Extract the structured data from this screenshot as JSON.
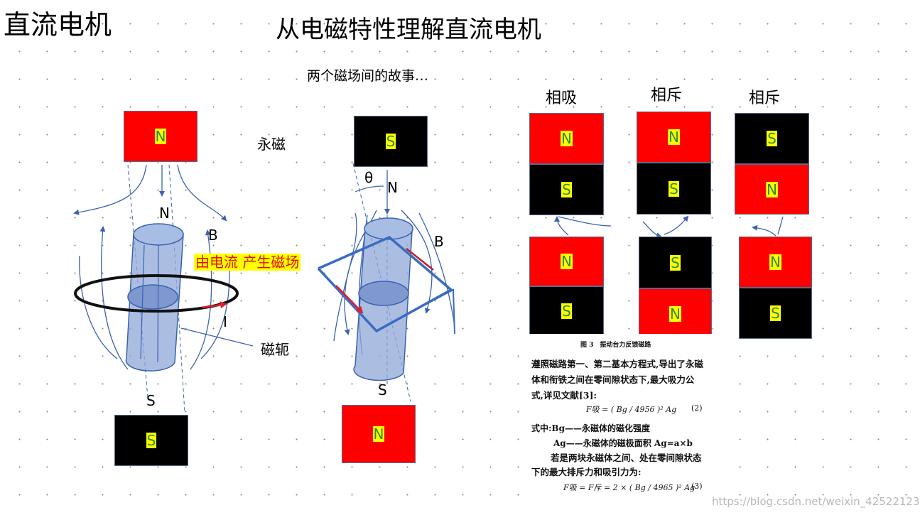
{
  "header": {
    "corner_title": "直流电机",
    "main_title": "从电磁特性理解直流电机",
    "subtitle": "两个磁场间的故事…"
  },
  "left_diagram": {
    "top_magnet_pole": "N",
    "bottom_magnet_pole": "S",
    "permanent_magnet_label": "永磁",
    "north_label": "N",
    "south_label": "S",
    "field_label": "B",
    "current_label": "I",
    "yoke_label": "磁轭",
    "highlight_text": "由电流 产生磁场"
  },
  "middle_diagram": {
    "top_magnet_pole": "S",
    "bottom_magnet_pole": "N",
    "angle_label": "θ",
    "north_label": "N",
    "south_label": "S",
    "field_label": "B"
  },
  "right_panel": {
    "columns": [
      {
        "title": "相吸",
        "top_pair": [
          "N",
          "S"
        ],
        "bottom_pair": [
          "N",
          "S"
        ]
      },
      {
        "title": "相斥",
        "top_pair": [
          "N",
          "S"
        ],
        "bottom_pair": [
          "S",
          "N"
        ]
      },
      {
        "title": "相斥",
        "top_pair": [
          "S",
          "N"
        ],
        "bottom_pair": [
          "N",
          "S"
        ]
      }
    ]
  },
  "paper_excerpt": {
    "figure_caption": "图 3　振动台力反馈磁路",
    "line1": "遵照磁路第一、第二基本方程式,导出了永磁",
    "line2": "体和衔铁之间在零间隙状态下,最大吸力公",
    "line3": "式,详见文献[3]:",
    "eq2": "F吸 = ( Bg / 4956 )² Ag",
    "eq2_number": "(2)",
    "where1": "式中:Bg——永磁体的磁化强度",
    "where2": "Ag——永磁体的磁极面积 Ag=a×b",
    "line4": "若是两块永磁体之间、处在零间隙状态",
    "line5": "下的最大排斥力和吸引力为:",
    "eq3": "F吸 = F斥 = 2 × ( Bg / 4965 )² Ag",
    "eq3_number": "(3)"
  },
  "watermark": "https://blog.csdn.net/weixin_42522123",
  "colors": {
    "red": "#ff0000",
    "black": "#000000",
    "pole_bg": "#ffff00",
    "pole_text": "#2e8b3d",
    "field_line": "#3a62b0",
    "cylinder": "#8fa8d8"
  }
}
